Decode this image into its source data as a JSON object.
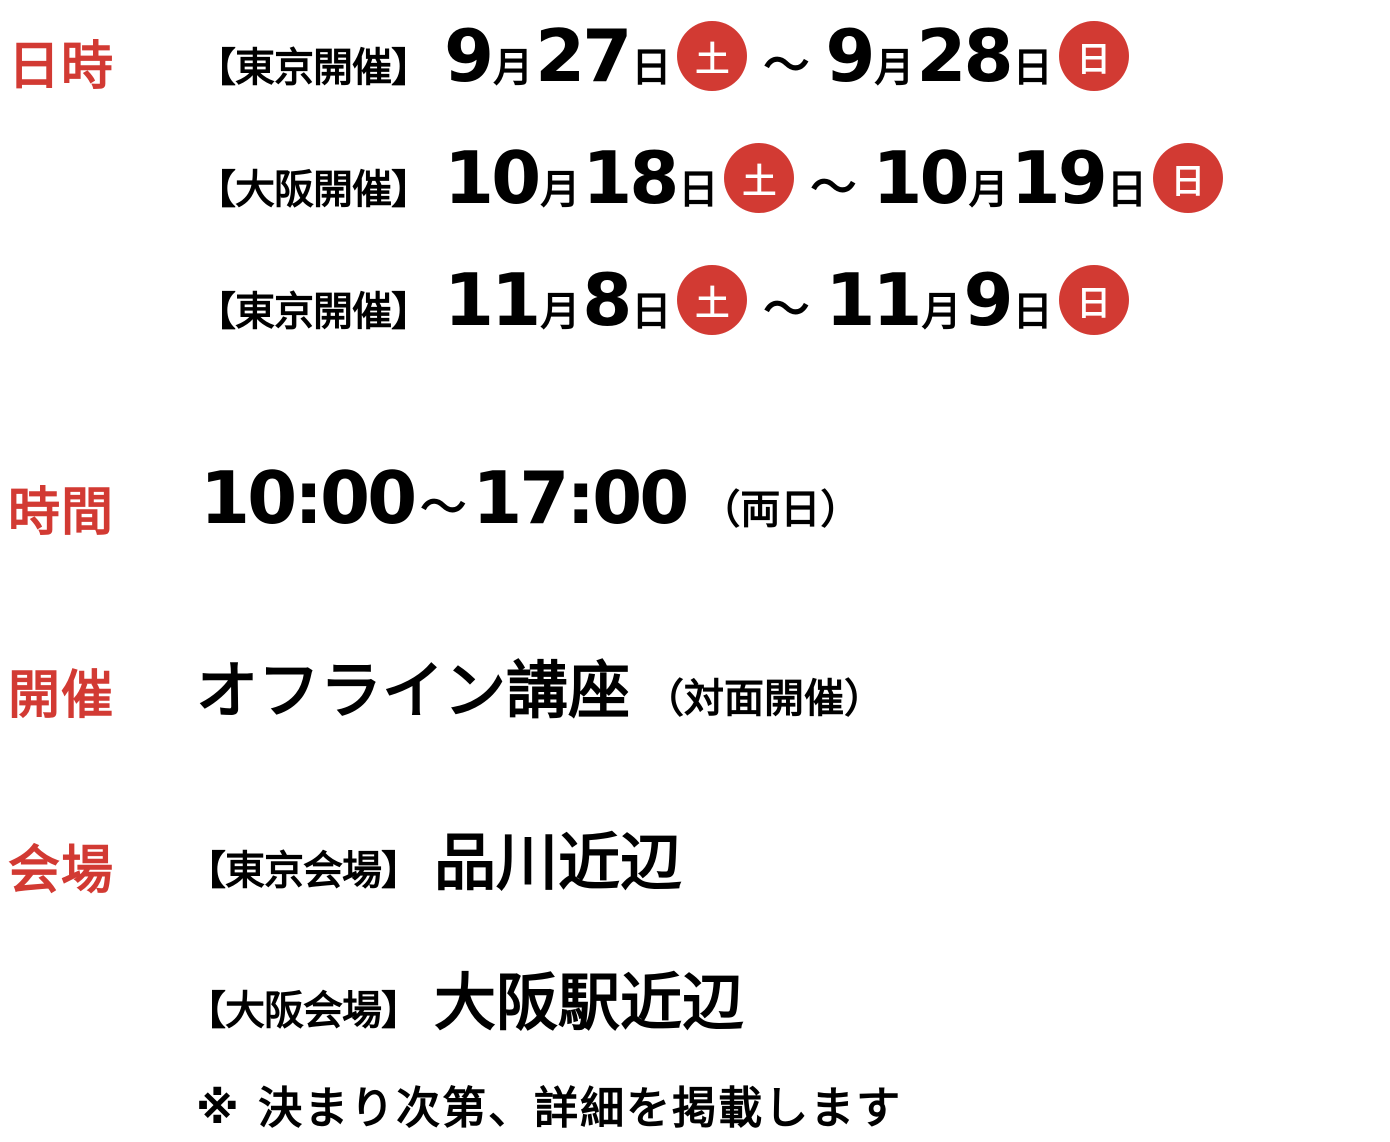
{
  "labels": {
    "datetime": "日時",
    "time": "時間",
    "format": "開催",
    "venue": "会場"
  },
  "schedule": [
    {
      "venue_tag": "【東京開催】",
      "start_month": "9",
      "start_day": "27",
      "start_dow": "土",
      "end_month": "9",
      "end_day": "28",
      "end_dow": "日"
    },
    {
      "venue_tag": "【大阪開催】",
      "start_month": "10",
      "start_day": "18",
      "start_dow": "土",
      "end_month": "10",
      "end_day": "19",
      "end_dow": "日"
    },
    {
      "venue_tag": "【東京開催】",
      "start_month": "11",
      "start_day": "8",
      "start_dow": "土",
      "end_month": "11",
      "end_day": "9",
      "end_dow": "日"
    }
  ],
  "units": {
    "month": "月",
    "day": "日",
    "tilde": "～"
  },
  "time": {
    "start": "10:00",
    "end": "17:00",
    "note": "（両日）"
  },
  "format": {
    "main": "オフライン講座",
    "note": "（対面開催）"
  },
  "venues": [
    {
      "tag": "【東京会場】",
      "place": "品川近辺"
    },
    {
      "tag": "【大阪会場】",
      "place": "大阪駅近辺"
    }
  ],
  "venue_note": "※ 決まり次第、詳細を掲載します",
  "colors": {
    "accent": "#d23a33",
    "text": "#000000"
  }
}
